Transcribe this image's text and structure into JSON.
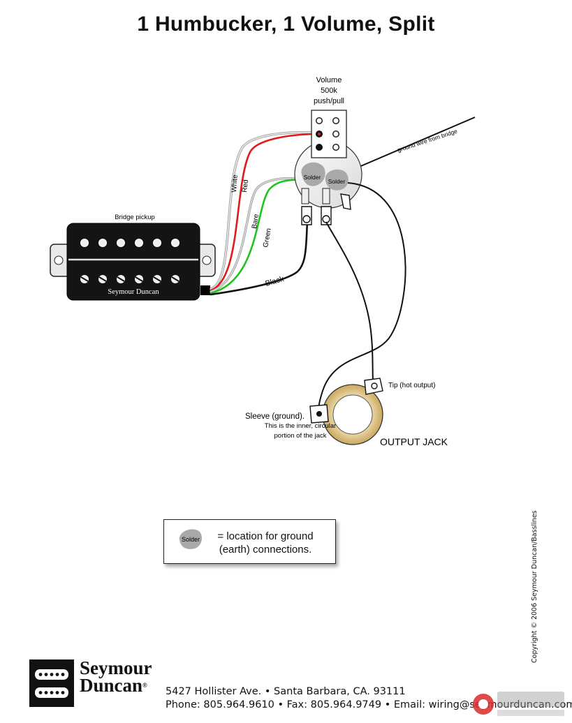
{
  "title": "1 Humbucker, 1 Volume, Split",
  "pot": {
    "label_line1": "Volume",
    "label_line2": "500k",
    "label_line3": "push/pull",
    "solder_left": "Solder",
    "solder_right": "Solder"
  },
  "ground_wire_label": "ground wire from bridge",
  "pickup": {
    "label": "Bridge pickup",
    "brand": "Seymour Duncan"
  },
  "wires": {
    "white": "White",
    "red": "Red",
    "bare": "Bare",
    "green": "Green",
    "black": "Black"
  },
  "jack": {
    "tip_label": "Tip (hot output)",
    "sleeve_line1": "Sleeve (ground).",
    "sleeve_line2": "This is the inner, circular",
    "sleeve_line3": "portion of the jack",
    "name": "OUTPUT JACK"
  },
  "legend": {
    "solder": "Solder",
    "line1": "= location for ground",
    "line2": "(earth) connections."
  },
  "copyright": "Copyright © 2006 Seymour Duncan/Basslines",
  "footer": {
    "brand_line1": "Seymour",
    "brand_line2": "Duncan",
    "address": "5427 Hollister Ave. • Santa Barbara, CA. 93111",
    "contact": "Phone: 805.964.9610 • Fax: 805.964.9749 • Email: wiring@seymourduncan.com"
  },
  "colors": {
    "red_wire": "#e01b1b",
    "green_wire": "#1fc21f",
    "white_wire": "#dcdcdc",
    "bare_wire": "#c8c8c8",
    "black_wire": "#111111",
    "solder": "#a9a9a9",
    "jack_ring": "#d6b87a"
  }
}
